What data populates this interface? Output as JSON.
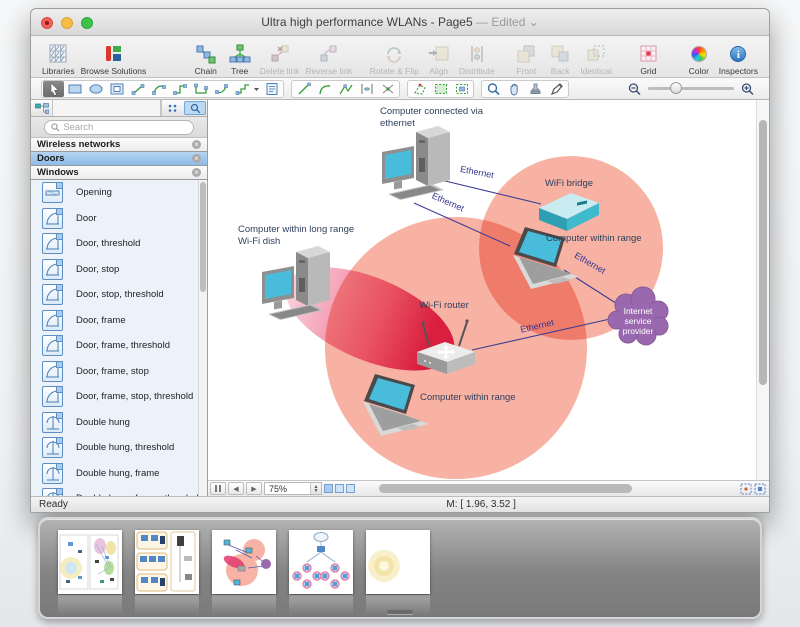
{
  "window": {
    "title": "Ultra high performance WLANs - Page5",
    "edited": "— Edited ⌄"
  },
  "toolbar": {
    "items": [
      {
        "label": "Libraries",
        "enabled": true
      },
      {
        "label": "Browse Solutions",
        "enabled": true
      },
      {
        "label": "Chain",
        "enabled": true
      },
      {
        "label": "Tree",
        "enabled": true
      },
      {
        "label": "Delete link",
        "enabled": false
      },
      {
        "label": "Reverse link",
        "enabled": false
      },
      {
        "label": "Rotate & Flip",
        "enabled": false
      },
      {
        "label": "Align",
        "enabled": false
      },
      {
        "label": "Distribute",
        "enabled": false
      },
      {
        "label": "Front",
        "enabled": false
      },
      {
        "label": "Back",
        "enabled": false
      },
      {
        "label": "Identical",
        "enabled": false
      },
      {
        "label": "Grid",
        "enabled": true
      },
      {
        "label": "Color",
        "enabled": true
      },
      {
        "label": "Inspectors",
        "enabled": true
      }
    ]
  },
  "library": {
    "search_placeholder": "Search",
    "sections": [
      {
        "label": "Wireless networks",
        "selected": false
      },
      {
        "label": "Doors",
        "selected": true
      },
      {
        "label": "Windows",
        "selected": false
      }
    ],
    "items": [
      {
        "label": "Opening"
      },
      {
        "label": "Door"
      },
      {
        "label": "Door, threshold"
      },
      {
        "label": "Door, stop"
      },
      {
        "label": "Door, stop, threshold"
      },
      {
        "label": "Door, frame"
      },
      {
        "label": "Door, frame, threshold"
      },
      {
        "label": "Door, frame, stop"
      },
      {
        "label": "Door, frame, stop, threshold"
      },
      {
        "label": "Double hung"
      },
      {
        "label": "Double hung, threshold"
      },
      {
        "label": "Double hung, frame"
      },
      {
        "label": "Double hung, frame, threshold"
      }
    ]
  },
  "diagram": {
    "nodes": {
      "computer_top": {
        "label": "Computer connected via\nethernet"
      },
      "wifi_bridge": {
        "label": "WiFi bridge"
      },
      "computer_range_top": {
        "label": "Computer within range"
      },
      "computer_longrange": {
        "label": "Computer within long range\nWi-Fi dish"
      },
      "wifi_router": {
        "label": "Wi-Fi router"
      },
      "computer_range_bottom": {
        "label": "Computer within range"
      },
      "isp": {
        "label": "Internet service\nprovider"
      }
    },
    "edges": [
      {
        "label": "Ethernet"
      },
      {
        "label": "Ethernet"
      },
      {
        "label": "Ethernet"
      },
      {
        "label": "Ethernet"
      }
    ],
    "colors": {
      "range_fill": "#f7b2a4",
      "beam_red": "#e02a62",
      "cloud_purple": "#9a68ae",
      "ethernet_line": "#3a3c96",
      "screen_teal": "#49bcdc"
    }
  },
  "nav": {
    "zoom_value": "75%"
  },
  "statusbar": {
    "ready": "Ready",
    "coords": "M: [ 1.96, 3.52 ]"
  }
}
